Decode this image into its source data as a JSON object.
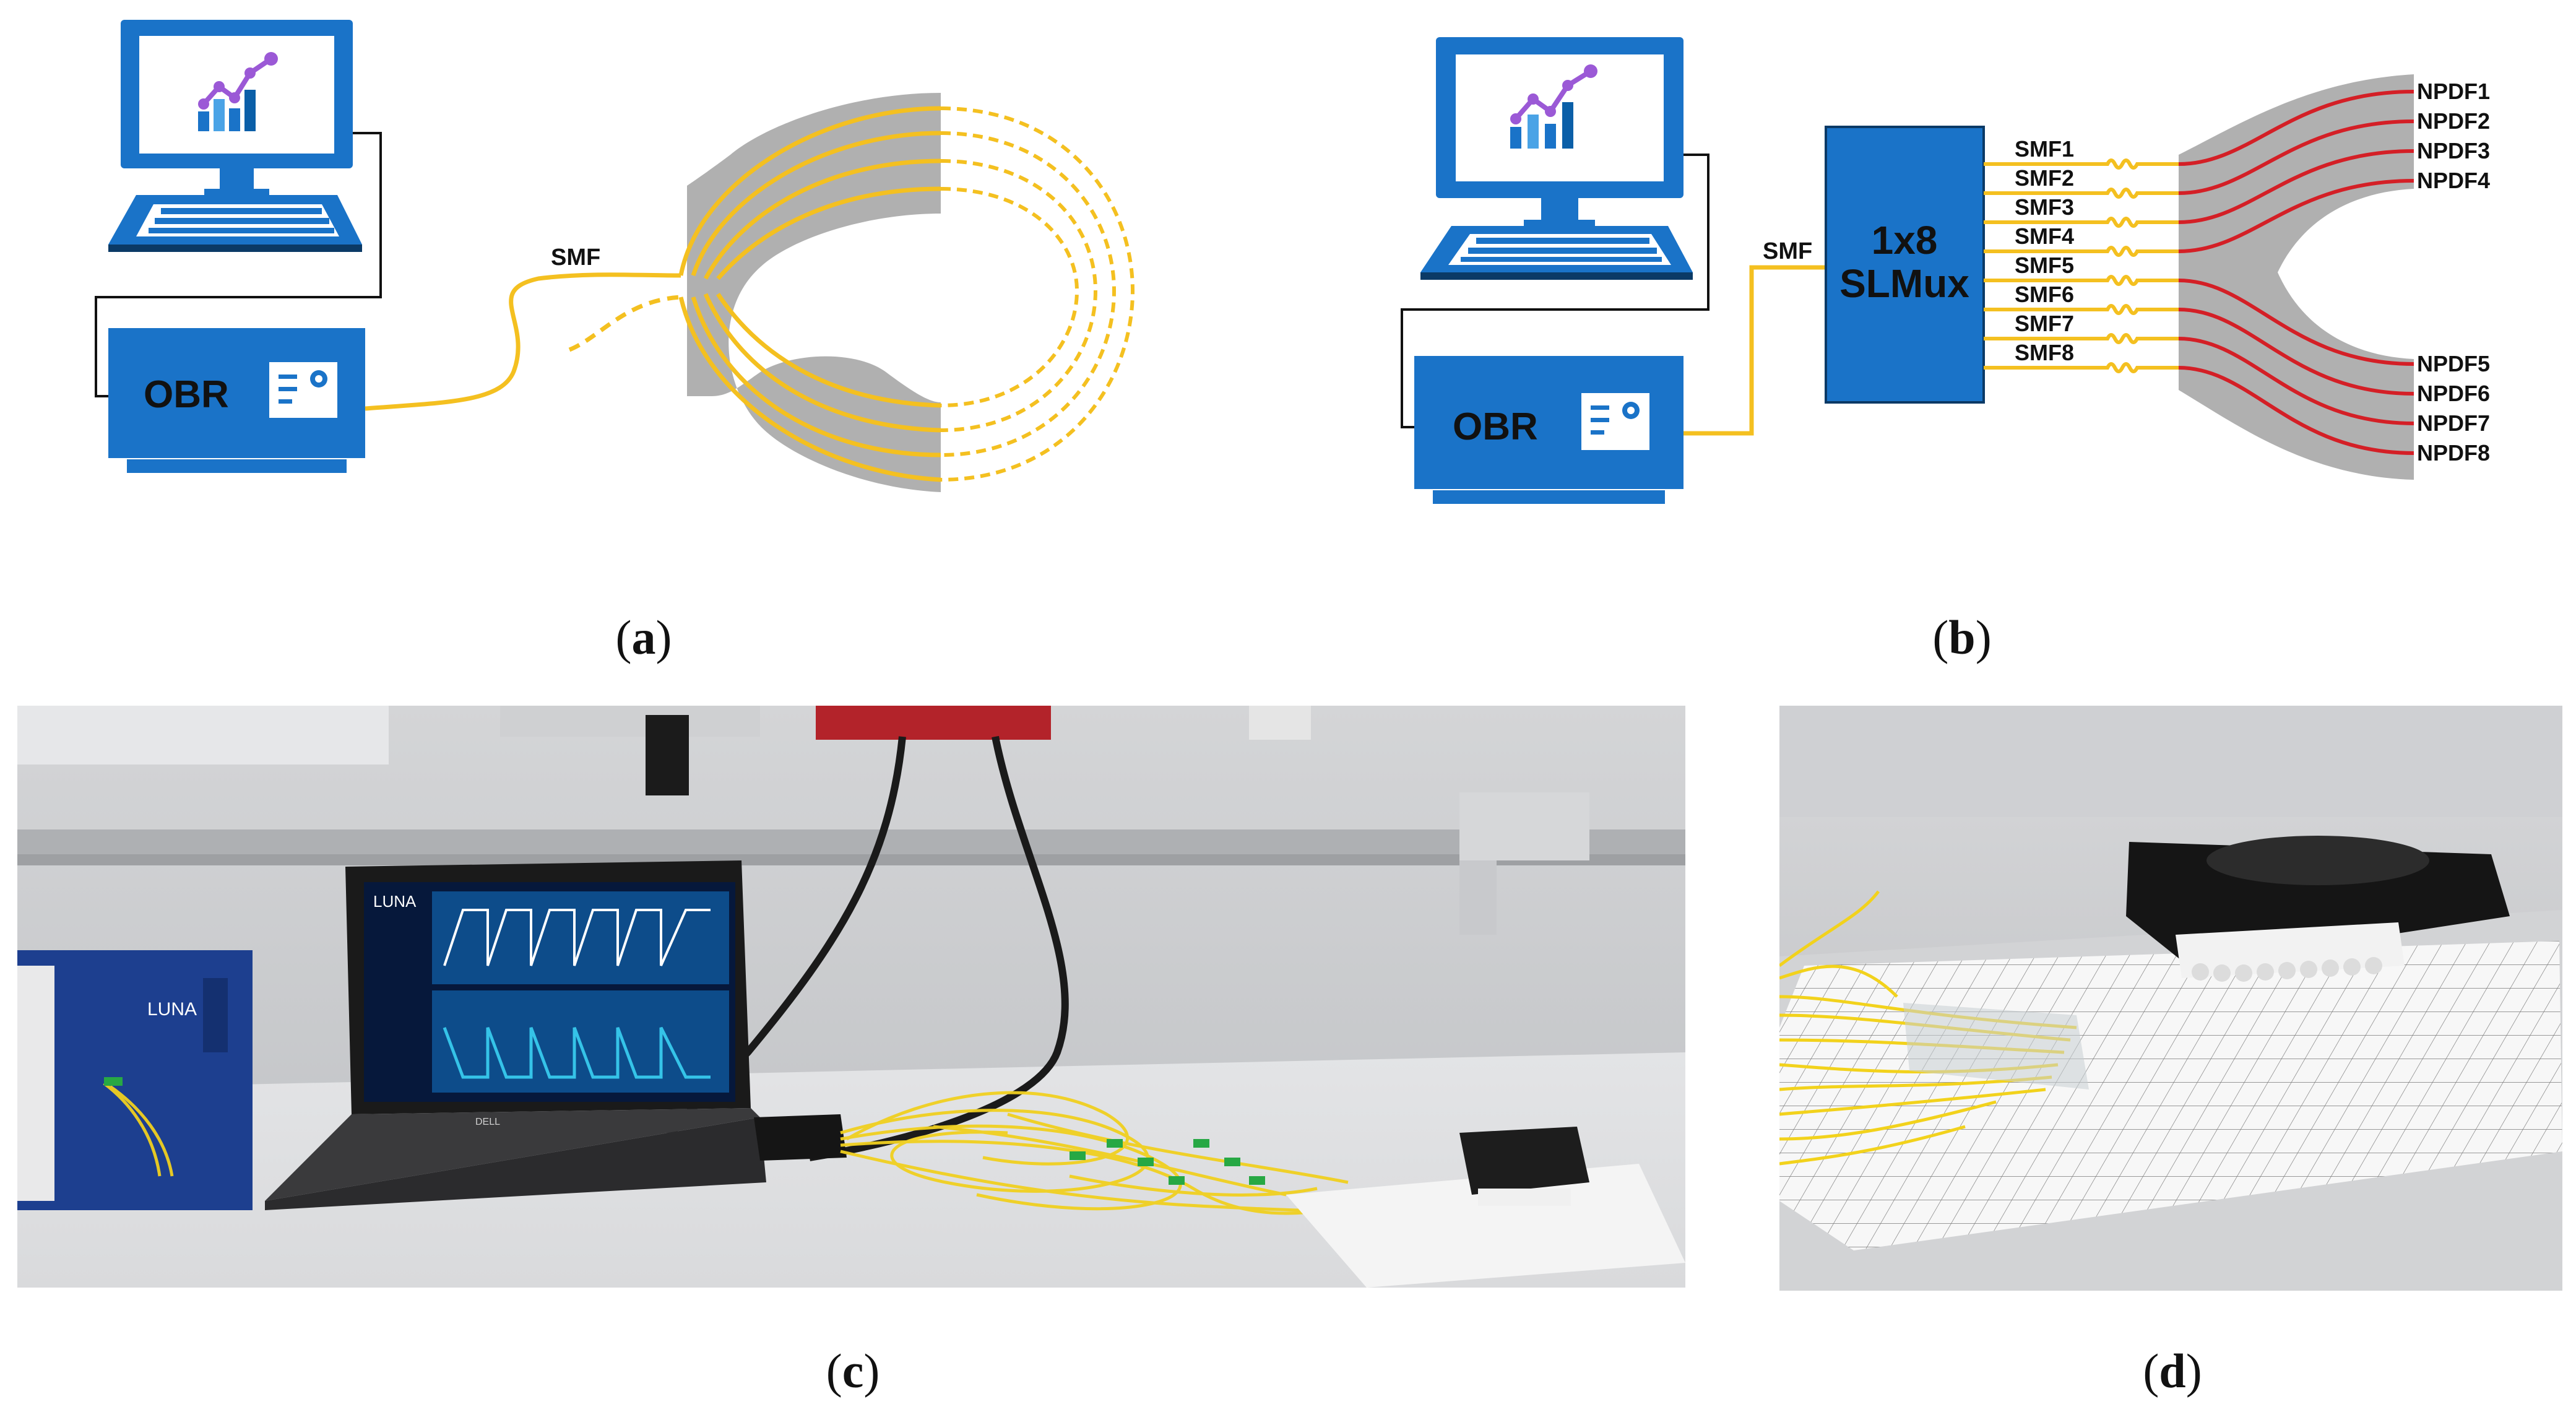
{
  "colors": {
    "device_blue": "#1a73c8",
    "device_blue_dark": "#0b3a66",
    "fiber_yellow": "#f4c020",
    "fiber_red": "#d41f26",
    "bundle_gray": "#b0b0b0",
    "screen_white": "#ffffff"
  },
  "panel_a": {
    "obr_label": "OBR",
    "smf_label": "SMF",
    "caption_open": "(",
    "caption_letter": "a",
    "caption_close": ")"
  },
  "panel_b": {
    "obr_label": "OBR",
    "smf_label": "SMF",
    "mux_label_line1": "1x8",
    "mux_label_line2": "SLMux",
    "smf_outputs": [
      "SMF1",
      "SMF2",
      "SMF3",
      "SMF4",
      "SMF5",
      "SMF6",
      "SMF7",
      "SMF8"
    ],
    "npdf_outputs": [
      "NPDF1",
      "NPDF2",
      "NPDF3",
      "NPDF4",
      "NPDF5",
      "NPDF6",
      "NPDF7",
      "NPDF8"
    ],
    "caption_open": "(",
    "caption_letter": "b",
    "caption_close": ")"
  },
  "panel_c": {
    "laptop_screen_logo": "LUNA",
    "instrument_logo": "LUNA",
    "laptop_brand": "DELL",
    "caption_open": "(",
    "caption_letter": "c",
    "caption_close": ")"
  },
  "panel_d": {
    "caption_open": "(",
    "caption_letter": "d",
    "caption_close": ")"
  },
  "icons": [
    "computer-monitor-icon",
    "chart-icon",
    "keyboard-icon",
    "obr-device-icon",
    "mux-device-icon"
  ]
}
